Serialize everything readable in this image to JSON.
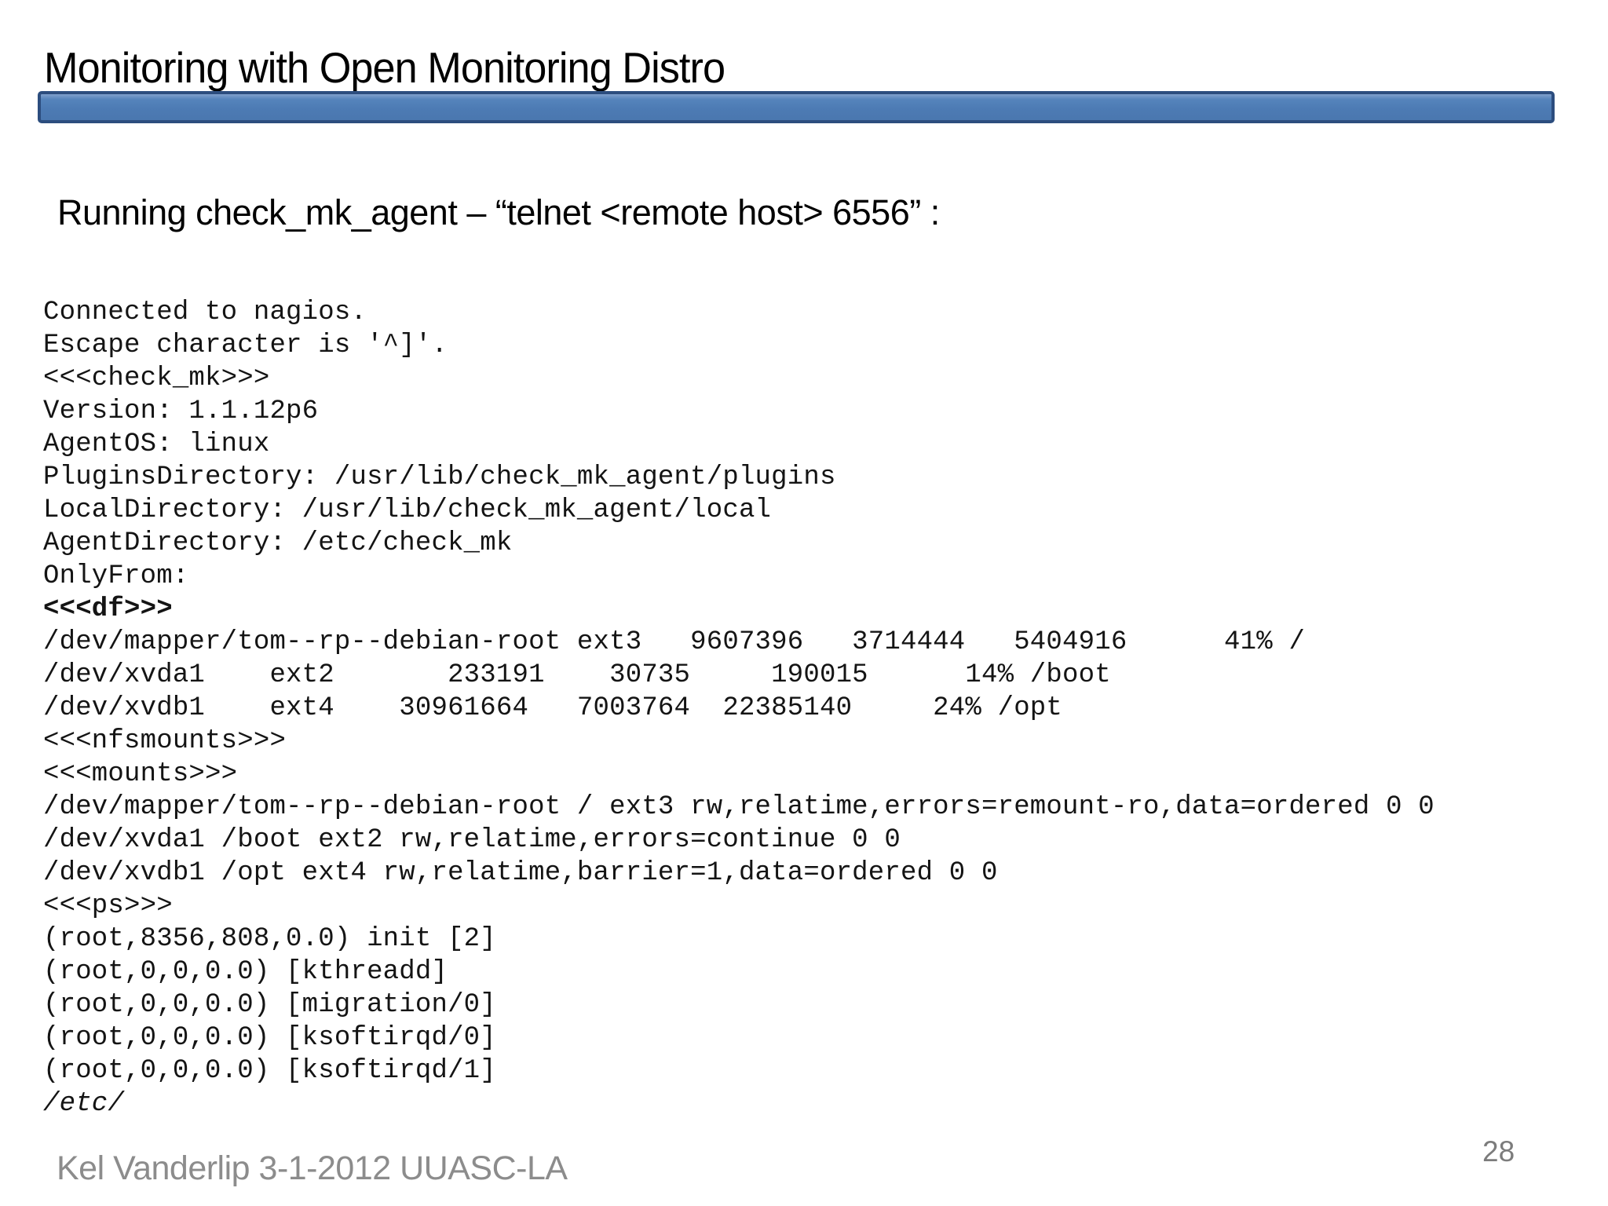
{
  "slide": {
    "title": "Monitoring with Open Monitoring Distro",
    "subtitle": "Running check_mk_agent – “telnet <remote host> 6556” :",
    "footer": "Kel Vanderlip 3-1-2012 UUASC-LA",
    "page_number": "28"
  },
  "colors": {
    "accent_bar_fill": "#4d7bb4",
    "accent_bar_border": "#2c4d7e",
    "terminal_text": "#141414",
    "footer_gray": "#8c8c8c"
  },
  "terminal": {
    "lines": [
      "Connected to nagios.",
      "Escape character is '^]'.",
      "<<<check_mk>>>",
      "Version: 1.1.12p6",
      "AgentOS: linux",
      "PluginsDirectory: /usr/lib/check_mk_agent/plugins",
      "LocalDirectory: /usr/lib/check_mk_agent/local",
      "AgentDirectory: /etc/check_mk",
      "OnlyFrom:",
      "<<<df>>>",
      "/dev/mapper/tom--rp--debian-root ext3   9607396   3714444   5404916      41% /",
      "/dev/xvda1    ext2       233191    30735     190015      14% /boot",
      "/dev/xvdb1    ext4    30961664   7003764  22385140     24% /opt",
      "<<<nfsmounts>>>",
      "<<<mounts>>>",
      "/dev/mapper/tom--rp--debian-root / ext3 rw,relatime,errors=remount-ro,data=ordered 0 0",
      "/dev/xvda1 /boot ext2 rw,relatime,errors=continue 0 0",
      "/dev/xvdb1 /opt ext4 rw,relatime,barrier=1,data=ordered 0 0",
      "<<<ps>>>",
      "(root,8356,808,0.0) init [2]",
      "(root,0,0,0.0) [kthreadd]",
      "(root,0,0,0.0) [migration/0]",
      "(root,0,0,0.0) [ksoftirqd/0]",
      "(root,0,0,0.0) [ksoftirqd/1]",
      "/etc/"
    ]
  }
}
